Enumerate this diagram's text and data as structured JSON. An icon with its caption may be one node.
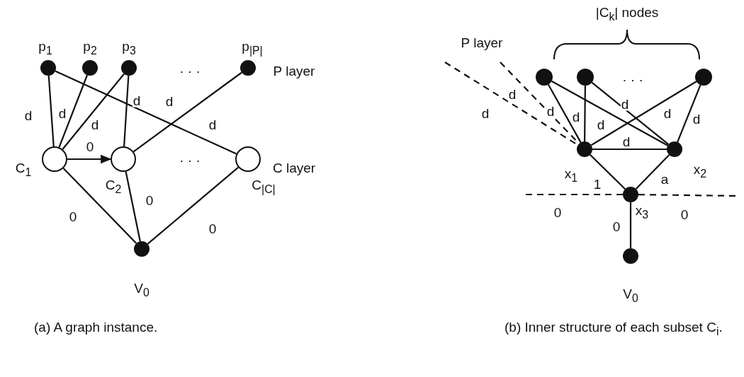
{
  "diagram": {
    "nodes": [
      {
        "text": [],
        "shape": "circle",
        "beside": [
          "p$_{1}$"
        ]
      },
      {
        "text": [],
        "shape": "circle",
        "beside": [
          "p$_{2}$"
        ]
      },
      {
        "text": [],
        "shape": "circle",
        "beside": [
          "p$_{3}$"
        ]
      },
      {
        "text": [],
        "shape": "circle",
        "beside": [
          "p$_{|P|}$"
        ]
      },
      {
        "text": [],
        "shape": "circle",
        "beside": [
          "C$_{1}$"
        ]
      },
      {
        "text": [],
        "shape": "circle",
        "beside": [
          "C$_{2}$"
        ]
      },
      {
        "text": [],
        "shape": "circle",
        "beside": [
          "C$_{|C|}$"
        ]
      },
      {
        "text": [],
        "shape": "circle",
        "beside": [
          "V$_{0}$"
        ]
      },
      {
        "text": [],
        "shape": "circle"
      },
      {
        "text": [],
        "shape": "circle"
      },
      {
        "text": [],
        "shape": "circle"
      },
      {
        "text": [],
        "shape": "circle",
        "beside": [
          "x$_{1}$"
        ]
      },
      {
        "text": [],
        "shape": "circle",
        "beside": [
          "x$_{2}$"
        ]
      },
      {
        "text": [],
        "shape": "circle",
        "beside": [
          "x$_{3}$"
        ]
      },
      {
        "text": [],
        "shape": "circle",
        "beside": [
          "V$_{0}$"
        ]
      }
    ],
    "edges": [
      {
        "from": 0,
        "to": 4,
        "arrow": "none",
        "label": "d"
      },
      {
        "from": 1,
        "to": 4,
        "arrow": "none",
        "label": "d"
      },
      {
        "from": 2,
        "to": 4,
        "arrow": "none",
        "label": "d"
      },
      {
        "from": 2,
        "to": 5,
        "arrow": "none",
        "label": "d"
      },
      {
        "from": 3,
        "to": 5,
        "arrow": "none",
        "label": "d"
      },
      {
        "from": 0,
        "to": 6,
        "arrow": "none",
        "label": "d"
      },
      {
        "from": 4,
        "to": 5,
        "arrow": "to",
        "label": "0"
      },
      {
        "from": 4,
        "to": 7,
        "arrow": "none",
        "label": "0"
      },
      {
        "from": 5,
        "to": 7,
        "arrow": "none",
        "label": "0"
      },
      {
        "from": 6,
        "to": 7,
        "arrow": "none",
        "label": "0"
      },
      {
        "from": null,
        "to": 11,
        "arrow": "none",
        "label": "d",
        "style": "dashed"
      },
      {
        "from": null,
        "to": 11,
        "arrow": "none",
        "label": "d",
        "style": "dashed"
      },
      {
        "from": 8,
        "to": 11,
        "arrow": "none",
        "label": "d"
      },
      {
        "from": 9,
        "to": 11,
        "arrow": "none",
        "label": "d"
      },
      {
        "from": 8,
        "to": 12,
        "arrow": "none",
        "label": "d"
      },
      {
        "from": 9,
        "to": 12,
        "arrow": "none",
        "label": "d"
      },
      {
        "from": 10,
        "to": 11,
        "arrow": "none",
        "label": "d"
      },
      {
        "from": 10,
        "to": 12,
        "arrow": "none",
        "label": "d"
      },
      {
        "from": 11,
        "to": 12,
        "arrow": "none",
        "label": "d"
      },
      {
        "from": 11,
        "to": 13,
        "arrow": "none",
        "label": "1"
      },
      {
        "from": 12,
        "to": 13,
        "arrow": "none",
        "label": "a"
      },
      {
        "from": null,
        "to": 13,
        "arrow": "none",
        "label": "0",
        "style": "dashed"
      },
      {
        "from": 13,
        "to": null,
        "arrow": "none",
        "label": "0",
        "style": "dashed"
      },
      {
        "from": 13,
        "to": 14,
        "arrow": "none",
        "label": "0"
      }
    ],
    "labels": [
      "· · ·",
      "P layer",
      "· · ·",
      "C layer",
      "P layer",
      "|C$_{k}$| nodes",
      "· · ·",
      "(a) A graph instance.",
      "(b) Inner structure of each subset C$_{i}$."
    ]
  }
}
